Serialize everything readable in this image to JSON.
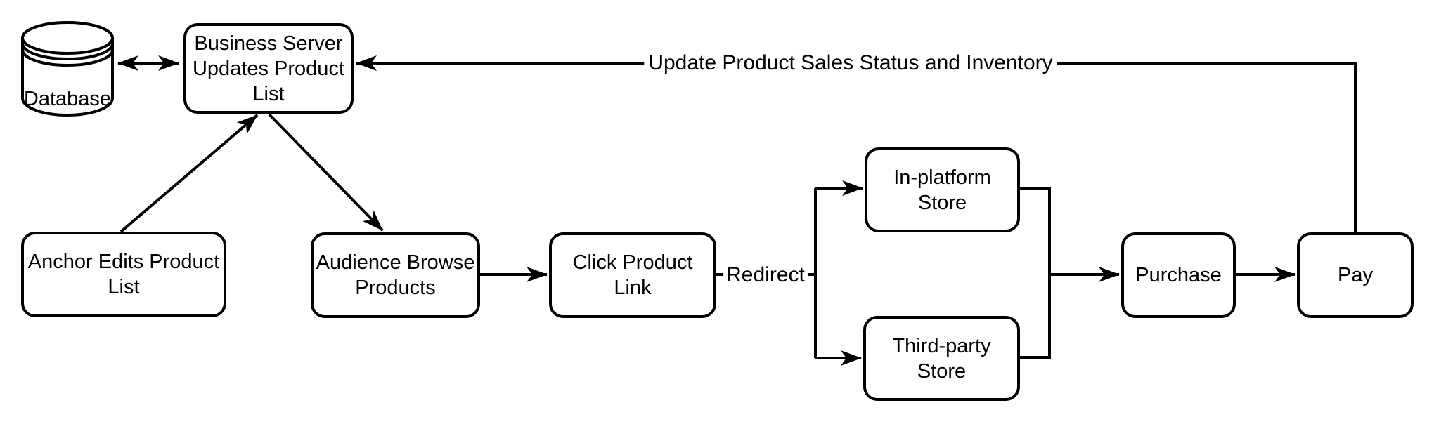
{
  "diagram": {
    "background_color": "#ffffff",
    "stroke_color": "#000000",
    "nodes": {
      "database": {
        "label": "Database",
        "shape": "cylinder"
      },
      "business_server": {
        "label": "Business Server Updates Product List",
        "shape": "rounded-rect"
      },
      "anchor_edits": {
        "label": "Anchor Edits Product List",
        "shape": "rounded-rect"
      },
      "audience_browse": {
        "label": "Audience Browse Products",
        "shape": "rounded-rect"
      },
      "click_link": {
        "label": "Click Product Link",
        "shape": "rounded-rect"
      },
      "in_platform": {
        "label": "In-platform Store",
        "shape": "rounded-rect"
      },
      "third_party": {
        "label": "Third-party Store",
        "shape": "rounded-rect"
      },
      "purchase": {
        "label": "Purchase",
        "shape": "rounded-rect"
      },
      "pay": {
        "label": "Pay",
        "shape": "rounded-rect"
      }
    },
    "edge_labels": {
      "redirect": "Redirect",
      "update_inventory": "Update Product Sales Status and Inventory"
    },
    "edges": [
      {
        "from": "database",
        "to": "business_server",
        "direction": "both"
      },
      {
        "from": "anchor_edits",
        "to": "business_server",
        "direction": "forward"
      },
      {
        "from": "business_server",
        "to": "audience_browse",
        "direction": "forward"
      },
      {
        "from": "audience_browse",
        "to": "click_link",
        "direction": "forward"
      },
      {
        "from": "click_link",
        "to": "in_platform",
        "direction": "forward",
        "label": "Redirect"
      },
      {
        "from": "click_link",
        "to": "third_party",
        "direction": "forward",
        "label": "Redirect"
      },
      {
        "from": "in_platform",
        "to": "purchase",
        "direction": "forward"
      },
      {
        "from": "third_party",
        "to": "purchase",
        "direction": "forward"
      },
      {
        "from": "purchase",
        "to": "pay",
        "direction": "forward"
      },
      {
        "from": "pay",
        "to": "business_server",
        "direction": "forward",
        "label": "Update Product Sales Status and Inventory"
      }
    ]
  }
}
